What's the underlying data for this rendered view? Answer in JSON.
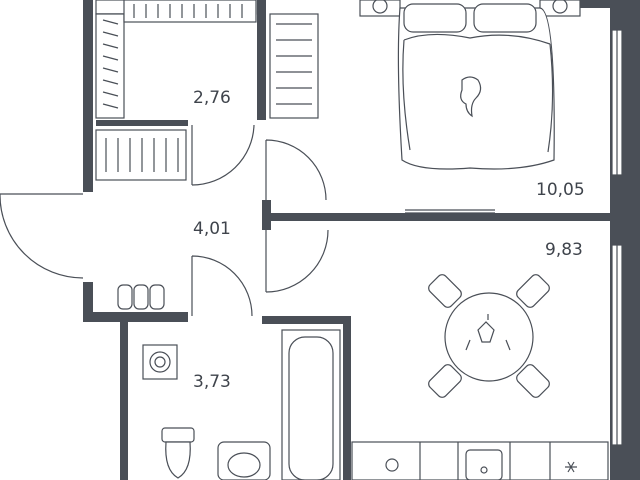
{
  "plan": {
    "rooms": [
      {
        "id": "dressing",
        "area": "2,76"
      },
      {
        "id": "bedroom",
        "area": "10,05"
      },
      {
        "id": "hall",
        "area": "4,01"
      },
      {
        "id": "kitchen-living",
        "area": "9,83"
      },
      {
        "id": "bathroom",
        "area": "3,73"
      }
    ],
    "colors": {
      "wall": "#4a4f57",
      "line": "#4a4f57",
      "background": "#ffffff",
      "text": "#3f444c"
    }
  }
}
